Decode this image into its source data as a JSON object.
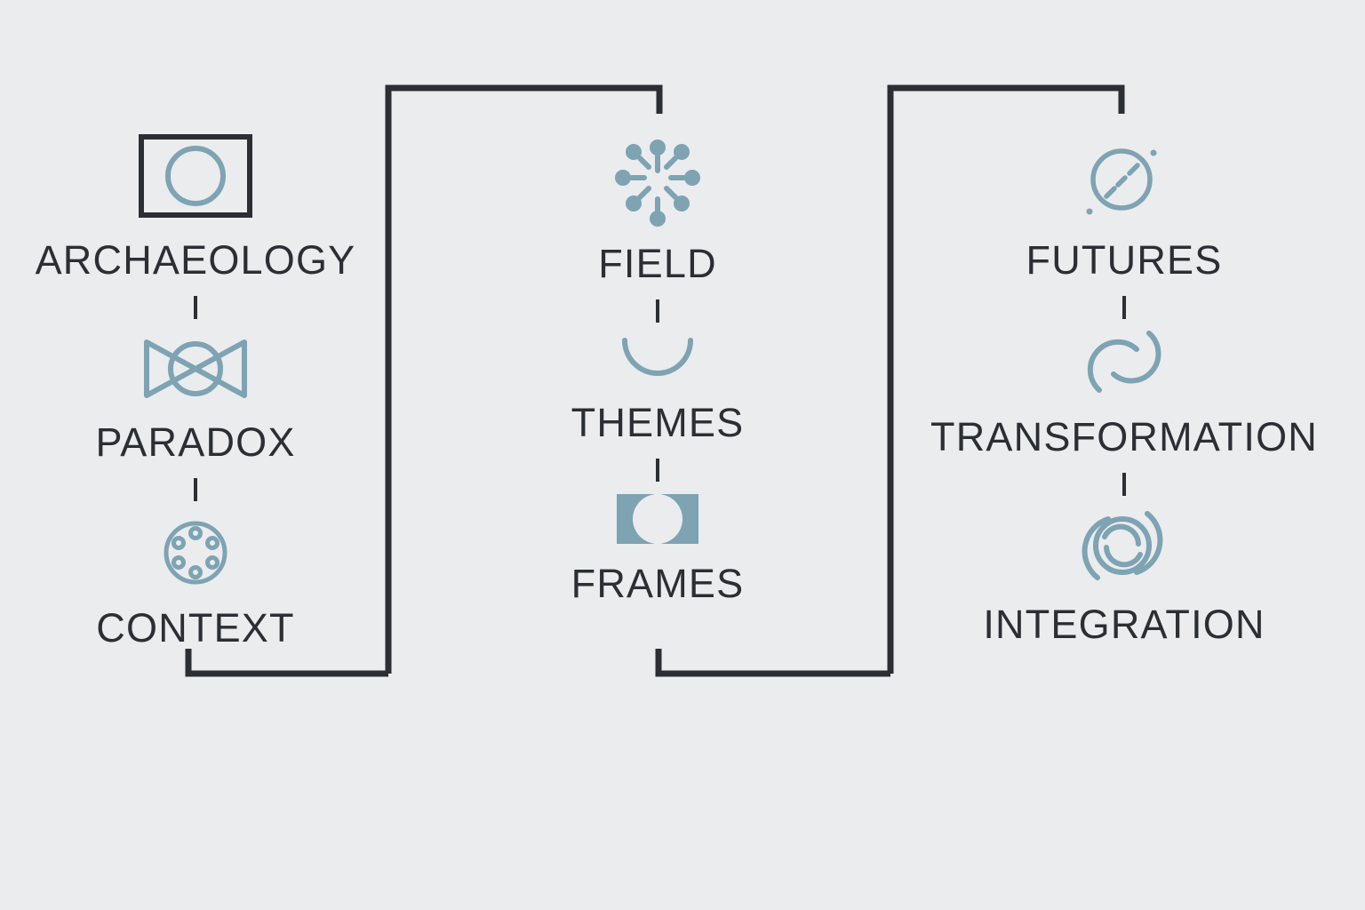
{
  "diagram": {
    "title": "Three-column conceptual framework diagram",
    "background_color": "#eaecee",
    "label_color": "#2b2f34",
    "icon_color": "#7ea3b3",
    "bracket_color": "#2b2f34",
    "columns": [
      {
        "id": "column-archaeology",
        "nodes": [
          {
            "icon": "rectangle-with-circle-icon",
            "label": "ARCHAEOLOGY"
          },
          {
            "icon": "bowtie-circle-icon",
            "label": "PARADOX"
          },
          {
            "icon": "circle-of-dots-icon",
            "label": "CONTEXT"
          }
        ]
      },
      {
        "id": "column-field",
        "nodes": [
          {
            "icon": "radial-burst-icon",
            "label": "FIELD"
          },
          {
            "icon": "arc-cup-icon",
            "label": "THEMES"
          },
          {
            "icon": "brackets-icon",
            "label": "FRAMES"
          }
        ]
      },
      {
        "id": "column-futures",
        "nodes": [
          {
            "icon": "dashed-diagonal-circle-icon",
            "label": "FUTURES"
          },
          {
            "icon": "double-arc-spiral-icon",
            "label": "TRANSFORMATION"
          },
          {
            "icon": "nested-spiral-icon",
            "label": "INTEGRATION"
          }
        ]
      }
    ],
    "brackets": [
      {
        "id": "bracket-top-left",
        "label": "top-left-bracket"
      },
      {
        "id": "bracket-top-right",
        "label": "top-right-bracket"
      },
      {
        "id": "bracket-bottom-left",
        "label": "bottom-left-bracket"
      },
      {
        "id": "bracket-bottom-right",
        "label": "bottom-right-bracket"
      }
    ]
  }
}
